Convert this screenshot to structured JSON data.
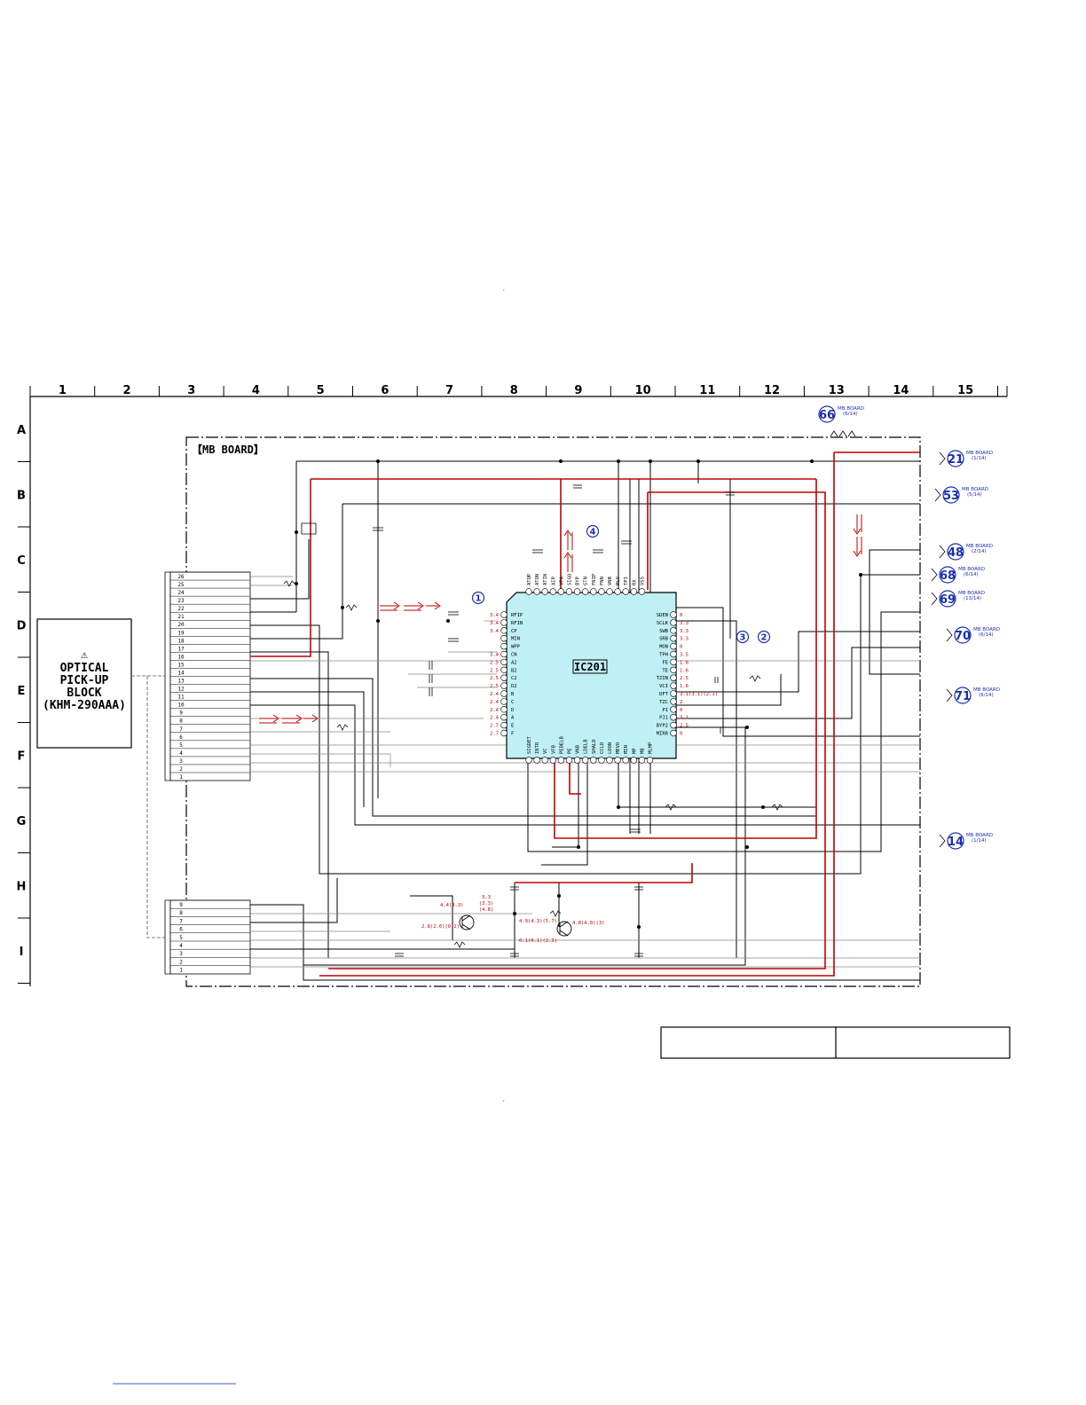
{
  "grid": {
    "columns": [
      "1",
      "2",
      "3",
      "4",
      "5",
      "6",
      "7",
      "8",
      "9",
      "10",
      "11",
      "12",
      "13",
      "14",
      "15"
    ],
    "rows": [
      "A",
      "B",
      "C",
      "D",
      "E",
      "F",
      "G",
      "H",
      "I"
    ]
  },
  "board_title": "【MB BOARD】",
  "pickup": {
    "warning_glyph": "⚠",
    "line1": "OPTICAL",
    "line2": "PICK-UP",
    "line3": "BLOCK",
    "line4": "(KHM-290AAA)"
  },
  "ic": {
    "label": "IC201",
    "left_pins": [
      "RFIP",
      "RFIN",
      "CP",
      "MIN",
      "WPP",
      "CN",
      "A2",
      "B2",
      "C2",
      "D2",
      "B",
      "C",
      "D",
      "A",
      "E",
      "F"
    ],
    "left_volts": [
      "3.4",
      "3.4",
      "3.4",
      "",
      "",
      "3.4",
      "2.5",
      "2.5",
      "2.5",
      "2.5",
      "2.4",
      "2.4",
      "2.4",
      "2.4",
      "2.7",
      "2.7"
    ],
    "right_pins": [
      "SDEN",
      "SCLK",
      "SWB",
      "SRB",
      "MON",
      "TPH",
      "FE",
      "TE",
      "TZIN",
      "VCI",
      "DFT",
      "TZC",
      "PI",
      "PJ1",
      "BYP2",
      "MIRR"
    ],
    "right_volts": [
      "0",
      "3.3",
      "3.3",
      "3.3",
      "0",
      "3.5",
      "1.6",
      "1.6",
      "2.5",
      "1.6",
      "3.1(3.1)(2.1)",
      "2",
      "0",
      "3.1",
      "2.5",
      "0"
    ],
    "top_pins": [
      "ATOP",
      "ATON",
      "ATIN",
      "AIP",
      "VPA",
      "SIGO",
      "BYP",
      "GTN",
      "FNIP",
      "FNN",
      "VNB",
      "PLV",
      "TPI",
      "RX",
      "VSS"
    ],
    "bottom_pins": [
      "SIGDET",
      "INTR",
      "VC",
      "VFB",
      "PEDELB",
      "PE",
      "VNB",
      "LDELB",
      "SHALD",
      "CCLD",
      "LDON",
      "MEVO",
      "MIN",
      "MP",
      "MB",
      "MLMP"
    ]
  },
  "connector_top": {
    "pins": [
      "26",
      "25",
      "24",
      "23",
      "22",
      "21",
      "20",
      "19",
      "18",
      "17",
      "16",
      "15",
      "14",
      "13",
      "12",
      "11",
      "10",
      "9",
      "8",
      "7",
      "6",
      "5",
      "4",
      "3",
      "2",
      "1"
    ]
  },
  "connector_bottom": {
    "pins": [
      "9",
      "8",
      "7",
      "6",
      "5",
      "4",
      "3",
      "2",
      "1"
    ]
  },
  "board_refs": [
    {
      "num": "66",
      "label": "MB BOARD",
      "sub": "(6/14)"
    },
    {
      "num": "21",
      "label": "MB BOARD",
      "sub": "(1/14)"
    },
    {
      "num": "53",
      "label": "MB BOARD",
      "sub": "(5/14)"
    },
    {
      "num": "48",
      "label": "MB BOARD",
      "sub": "(2/14)"
    },
    {
      "num": "68",
      "label": "MB BOARD",
      "sub": "(6/14)"
    },
    {
      "num": "69",
      "label": "MB BOARD",
      "sub": "(13/14)"
    },
    {
      "num": "70",
      "label": "MB BOARD",
      "sub": "(6/14)"
    },
    {
      "num": "71",
      "label": "MB BOARD",
      "sub": "(6/14)"
    },
    {
      "num": "14",
      "label": "MB BOARD",
      "sub": "(1/14)"
    }
  ],
  "waveforms": [
    "1",
    "2",
    "3",
    "4"
  ],
  "transistor_volts": [
    "3.3",
    "(3.3)",
    "(4.8)",
    "4.4(4.3)",
    "2.8(2.6)(0.2)",
    "4.9(4.3)(5.7)",
    "4.8(4.8)(3)",
    "0.1(0.1)(2.3)"
  ],
  "colors": {
    "signal_red": "#c00000",
    "ic_fill": "#bff0f5",
    "ref_blue": "#1a2fb0"
  }
}
